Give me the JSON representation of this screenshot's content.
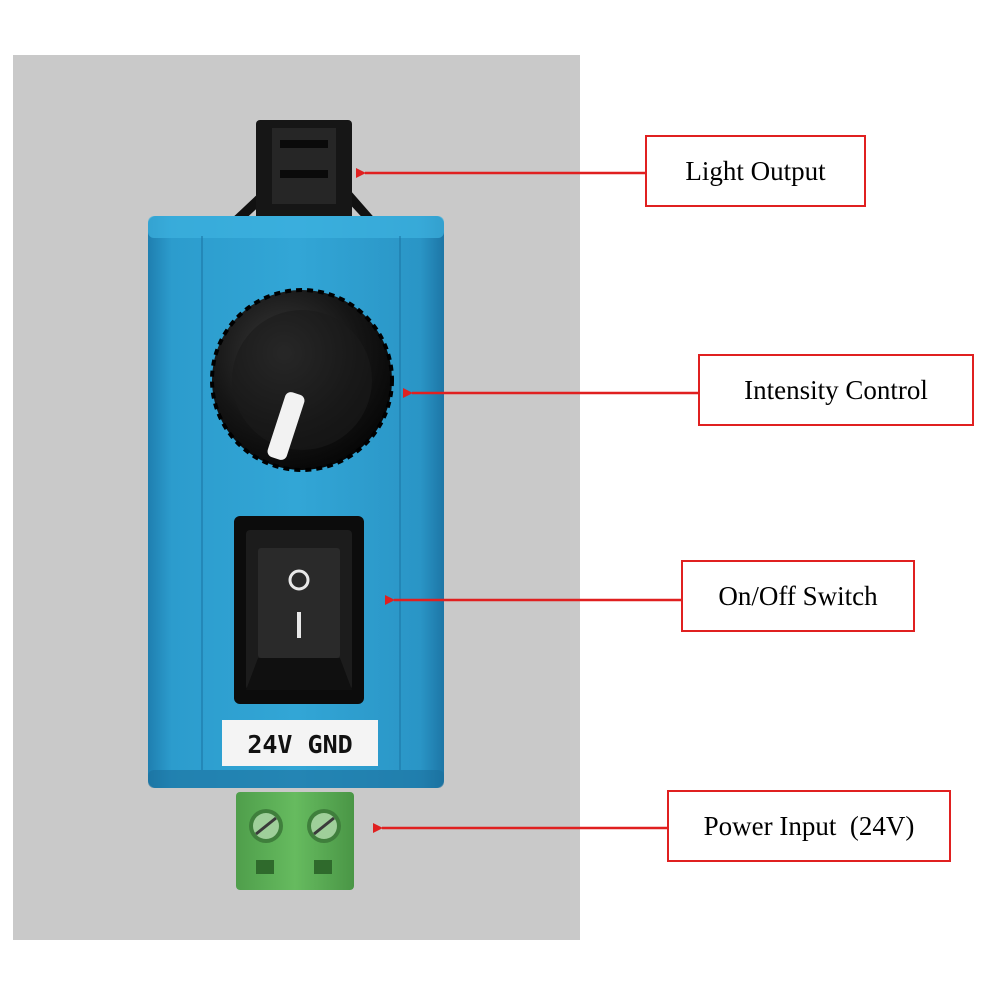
{
  "colors": {
    "background": "#ffffff",
    "photo_backdrop": "#c7c7c7",
    "housing_blue": "#2b98c9",
    "knob_black": "#141414",
    "switch_black": "#121212",
    "terminal_green": "#5fb55a",
    "callout_red": "#e02020"
  },
  "device": {
    "terminal_label": "24V GND",
    "switch_on_symbol": "I",
    "switch_off_symbol": "O"
  },
  "callouts": [
    {
      "text": "Light Output"
    },
    {
      "text": "Intensity Control"
    },
    {
      "text": "On/Off Switch"
    },
    {
      "text": "Power Input  (24V)"
    }
  ],
  "icons": [
    "arrow-icon"
  ]
}
